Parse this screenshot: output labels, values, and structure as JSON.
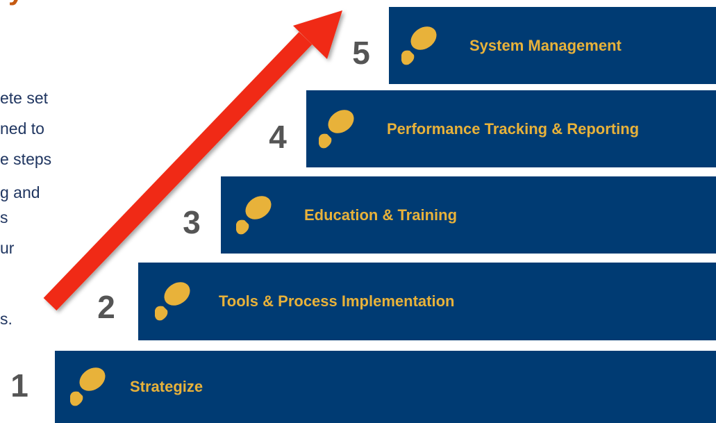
{
  "colors": {
    "title": "#c55a11",
    "body_text": "#1f3560",
    "bar": "#003b73",
    "label": "#e8b23a",
    "footprint": "#e8b23a",
    "number": "#555555",
    "arrow": "#f02a12"
  },
  "heading_fragment": "y",
  "body_lines": [
    "ete set",
    "ned to",
    "e steps",
    "g and",
    "s",
    "ur",
    "",
    "s."
  ],
  "steps": [
    {
      "number": "1",
      "label": "Strategize",
      "icon": "footprint-icon"
    },
    {
      "number": "2",
      "label": "Tools & Process Implementation",
      "icon": "footprint-icon"
    },
    {
      "number": "3",
      "label": "Education & Training",
      "icon": "footprint-icon"
    },
    {
      "number": "4",
      "label": "Performance Tracking & Reporting",
      "icon": "footprint-icon"
    },
    {
      "number": "5",
      "label": "System Management",
      "icon": "footprint-icon"
    }
  ]
}
